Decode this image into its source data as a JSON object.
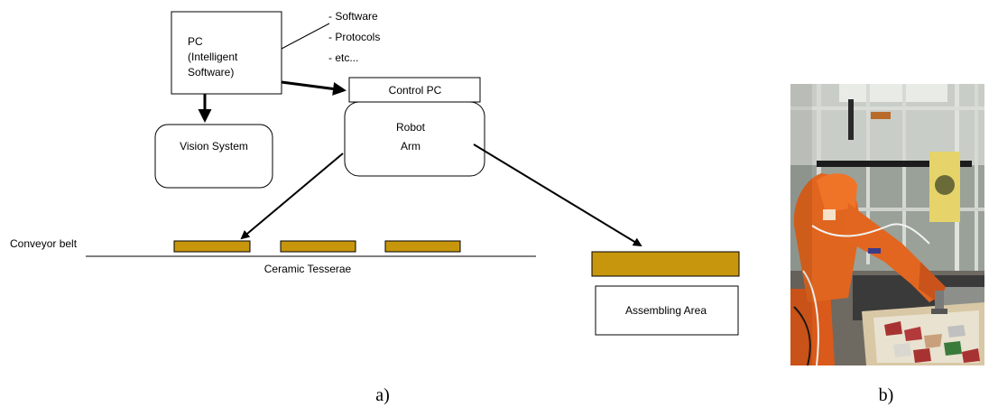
{
  "diagram": {
    "pc_box": {
      "lines": [
        "PC",
        "(Intelligent",
        "Software)"
      ]
    },
    "pc_notes": [
      "- Software",
      "- Protocols",
      "- etc..."
    ],
    "control_pc_label": "Control PC",
    "robot_arm": {
      "lines": [
        "Robot",
        "Arm"
      ]
    },
    "vision_system_label": "Vision System",
    "conveyor_belt_label": "Conveyor belt",
    "ceramic_tesserae_label": "Ceramic Tesserae",
    "assembling_area_label": "Assembling Area",
    "colors": {
      "tile": "#C8960C",
      "line": "#000000"
    }
  },
  "photo": {
    "description_icon": "robot-arm-photo"
  },
  "captions": {
    "a": "a)",
    "b": "b)"
  }
}
